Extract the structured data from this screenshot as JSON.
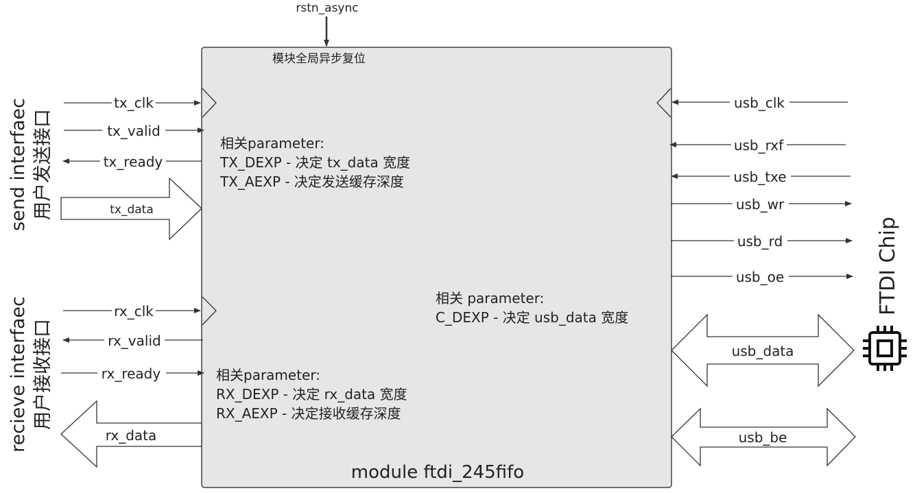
{
  "top": {
    "reset_signal": "rstn_async",
    "reset_note": "模块全局异步复位"
  },
  "module": {
    "title": "module  ftdi_245fifo"
  },
  "send": {
    "group_en": "send interfaec",
    "group_zh": "用户发送接口",
    "tx_clk": "tx_clk",
    "tx_valid": "tx_valid",
    "tx_ready": "tx_ready",
    "tx_data": "tx_data",
    "params": {
      "title": "相关parameter:",
      "line1": "TX_DEXP - 决定 tx_data 宽度",
      "line2": "TX_AEXP - 决定发送缓存深度"
    }
  },
  "recv": {
    "group_en": "recieve interfaec",
    "group_zh": "用户接收接口",
    "rx_clk": "rx_clk",
    "rx_valid": "rx_valid",
    "rx_ready": "rx_ready",
    "rx_data": "rx_data",
    "params": {
      "title": "相关parameter:",
      "line1": "RX_DEXP - 决定 rx_data 宽度",
      "line2": "RX_AEXP - 决定接收缓存深度"
    }
  },
  "usb": {
    "usb_clk": "usb_clk",
    "usb_rxf": "usb_rxf",
    "usb_txe": "usb_txe",
    "usb_wr": "usb_wr",
    "usb_rd": "usb_rd",
    "usb_oe": "usb_oe",
    "usb_data": "usb_data",
    "usb_be": "usb_be",
    "params": {
      "title": "相关 parameter:",
      "line1": "C_DEXP - 决定 usb_data 宽度"
    },
    "chip_label": "FTDI Chip",
    "chip_icon": "chip-icon"
  }
}
